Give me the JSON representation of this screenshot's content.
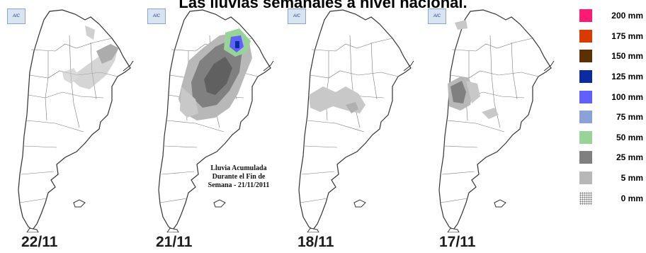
{
  "title": "Las lluvias semanales a nivel nacional.",
  "maps": [
    {
      "date": "22/11",
      "badge": "AIC"
    },
    {
      "date": "21/11",
      "badge": "AIC",
      "note": "Lluvia Acumulada\nDurante el Fin de\nSemana - 21/11/2011"
    },
    {
      "date": "18/11",
      "badge": "AIC"
    },
    {
      "date": "17/11",
      "badge": "AIC"
    }
  ],
  "legend": [
    {
      "label": "200 mm",
      "color": "#ff1a75"
    },
    {
      "label": "175 mm",
      "color": "#d93a00"
    },
    {
      "label": "150 mm",
      "color": "#5c3000"
    },
    {
      "label": "125 mm",
      "color": "#0a2c9e"
    },
    {
      "label": "100 mm",
      "color": "#6060ff"
    },
    {
      "label": "75 mm",
      "color": "#8aa2d8"
    },
    {
      "label": "50 mm",
      "color": "#98d498"
    },
    {
      "label": "25 mm",
      "color": "#808080"
    },
    {
      "label": "5 mm",
      "color": "#b8b8b8"
    },
    {
      "label": "0 mm",
      "color": "dotted"
    }
  ]
}
